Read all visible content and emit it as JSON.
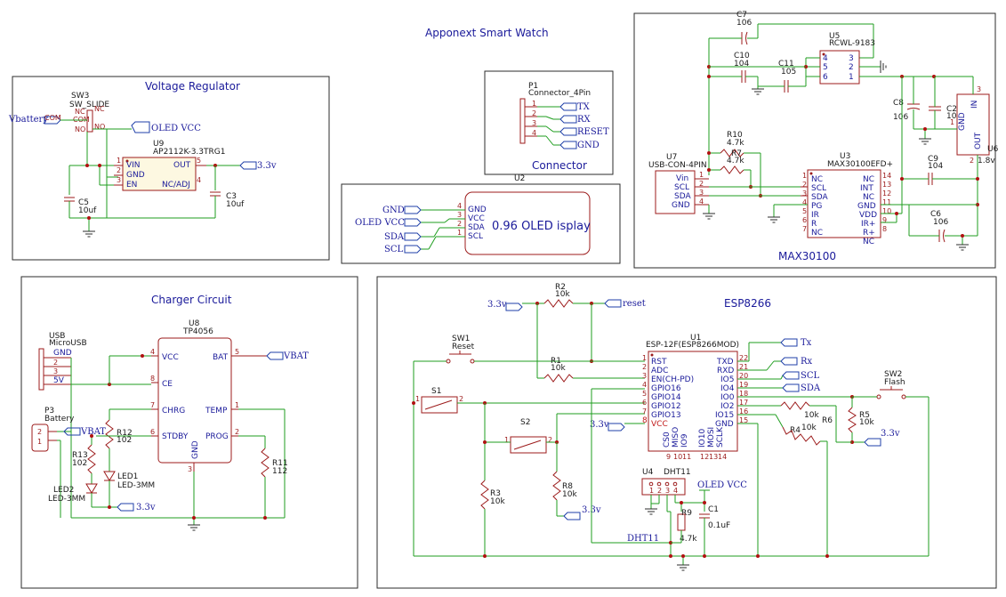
{
  "title": "Apponext Smart Watch",
  "sections": {
    "regulator": "Voltage Regulator",
    "connector": "Connector",
    "max30100": "MAX30100",
    "charger": "Charger Circuit",
    "esp": "ESP8266"
  },
  "regulator": {
    "vbattery": "Vbattery",
    "sw3_ref": "SW3",
    "sw3_val": "SW_SLIDE",
    "sw3_pins": [
      "COM",
      "NC",
      "COM",
      "NO",
      "NO",
      "NC"
    ],
    "oled_vcc": "OLED VCC",
    "u9_ref": "U9",
    "u9_val": "AP2112K-3.3TRG1",
    "u9_pins": [
      "VIN",
      "GND",
      "EN",
      "OUT",
      "NC/ADJ"
    ],
    "u9_pin_nums": [
      "1",
      "2",
      "3",
      "5",
      "4"
    ],
    "out": "3.3v",
    "c5_ref": "C5",
    "c5_val": "10uf",
    "c3_ref": "C3",
    "c3_val": "10uf"
  },
  "connector": {
    "ref": "P1",
    "val": "Connector_4Pin",
    "pins": [
      "1",
      "2",
      "3",
      "4"
    ],
    "nets": [
      "TX",
      "RX",
      "RESET",
      "GND"
    ]
  },
  "oled": {
    "ref": "U2",
    "text": "0.96 OLED isplay",
    "nets": [
      "GND",
      "OLED VCC",
      "SDA",
      "SCL"
    ],
    "pins": [
      "GND",
      "VCC",
      "SDA",
      "SCL"
    ],
    "pin_nums": [
      "4",
      "3",
      "2",
      "1"
    ]
  },
  "max": {
    "c7_ref": "C7",
    "c7_val": "106",
    "c10_ref": "C10",
    "c10_val": "104",
    "c11_ref": "C11",
    "c11_val": "105",
    "u5_ref": "U5",
    "u5_val": "RCWL-9183",
    "u5_pins": [
      "4",
      "5",
      "6",
      "3",
      "2",
      "1"
    ],
    "c8_ref": "C8",
    "c8_val": "106",
    "c2_ref": "C2",
    "c2_val": "104",
    "u6_ref": "U6",
    "u6_val": "1.8v",
    "u6_pins": [
      "IN",
      "GND",
      "OUT"
    ],
    "u6_pin_nums": [
      "3",
      "1",
      "2"
    ],
    "r10_ref": "R10",
    "r10_val": "4.7k",
    "r7_ref": "R7",
    "r7_val": "4.7k",
    "u7_ref": "U7",
    "u7_val": "USB-CON-4PIN",
    "u7_pins": [
      "Vin",
      "SCL",
      "SDA",
      "GND"
    ],
    "u7_nums": [
      "1",
      "2",
      "3",
      "4"
    ],
    "u3_ref": "U3",
    "u3_val": "MAX30100EFD+",
    "u3_left": [
      "NC",
      "SCL",
      "SDA",
      "PG",
      "IR",
      "R",
      "NC"
    ],
    "u3_left_nums": [
      "1",
      "2",
      "3",
      "4",
      "5",
      "6",
      "7"
    ],
    "u3_right": [
      "NC",
      "INT",
      "NC",
      "GND",
      "VDD",
      "IR+",
      "R+",
      "NC"
    ],
    "u3_right_nums": [
      "14",
      "13",
      "12",
      "11",
      "10",
      "9",
      "8"
    ],
    "c9_ref": "C9",
    "c9_val": "104",
    "c6_ref": "C6",
    "c6_val": "106"
  },
  "charger": {
    "usb_ref": "USB",
    "usb_val": "MicroUSB",
    "usb_pins": [
      "GND",
      "2",
      "3",
      "5V"
    ],
    "p3_ref": "P3",
    "p3_val": "Battery",
    "p3_pins": [
      "2",
      "1"
    ],
    "vbat": "VBAT",
    "u8_ref": "U8",
    "u8_val": "TP4056",
    "u8_left": [
      "VCC",
      "CE",
      "CHRG",
      "STDBY"
    ],
    "u8_left_nums": [
      "4",
      "8",
      "7",
      "6"
    ],
    "u8_right": [
      "BAT",
      "TEMP",
      "PROG"
    ],
    "u8_right_nums": [
      "5",
      "1",
      "2"
    ],
    "u8_gnd": "GND",
    "u8_gnd_num": "3",
    "r12_ref": "R12",
    "r12_val": "102",
    "r13_ref": "R13",
    "r13_val": "102",
    "r11_ref": "R11",
    "r11_val": "112",
    "led1_ref": "LED1",
    "led1_val": "LED-3MM",
    "led2_ref": "LED2",
    "led2_val": "LED-3MM",
    "v33": "3.3v"
  },
  "esp": {
    "v33a": "3.3v",
    "r2_ref": "R2",
    "r2_val": "10k",
    "reset_net": "reset",
    "sw1_ref": "SW1",
    "sw1_val": "Reset",
    "r1_ref": "R1",
    "r1_val": "10k",
    "s1_ref": "S1",
    "s2_ref": "S2",
    "r3_ref": "R3",
    "r3_val": "10k",
    "r8_ref": "R8",
    "r8_val": "10k",
    "v33b": "3.3v",
    "v33c": "3.3v",
    "u1_ref": "U1",
    "u1_val": "ESP-12F(ESP8266MOD)",
    "u1_left": [
      "RST",
      "ADC",
      "EN(CH-PD)",
      "GPIO16",
      "GPIO14",
      "GPIO12",
      "GPIO13",
      "VCC"
    ],
    "u1_left_nums": [
      "1",
      "2",
      "3",
      "4",
      "5",
      "6",
      "7",
      "8"
    ],
    "u1_right": [
      "TXD",
      "RXD",
      "IO5",
      "IO4",
      "IO0",
      "IO2",
      "IO15",
      "GND"
    ],
    "u1_right_nums": [
      "22",
      "21",
      "20",
      "19",
      "18",
      "17",
      "16",
      "15"
    ],
    "u1_bottom": [
      "CS0",
      "MISO",
      "IO9",
      "IO10",
      "MOSI",
      "SCLK"
    ],
    "u1_bottom_nums": [
      "9",
      "10",
      "11",
      "12",
      "13",
      "14"
    ],
    "nets": [
      "Tx",
      "Rx",
      "SCL",
      "SDA"
    ],
    "r5_ref": "R5",
    "r5_val": "10k",
    "r6_ref": "R6",
    "r6_val": "10k",
    "r4_ref": "R4",
    "r4_val": "10k",
    "sw2_ref": "SW2",
    "sw2_val": "Flash",
    "v33d": "3.3v",
    "u4_ref": "U4",
    "u4_val": "DHT11",
    "u4_pins": [
      "1",
      "2",
      "3",
      "4"
    ],
    "oled_vcc": "OLED VCC",
    "r9_ref": "R9",
    "r9_val": "4.7k",
    "c1_ref": "C1",
    "c1_val": "0.1uF",
    "dht_net": "DHT11"
  }
}
